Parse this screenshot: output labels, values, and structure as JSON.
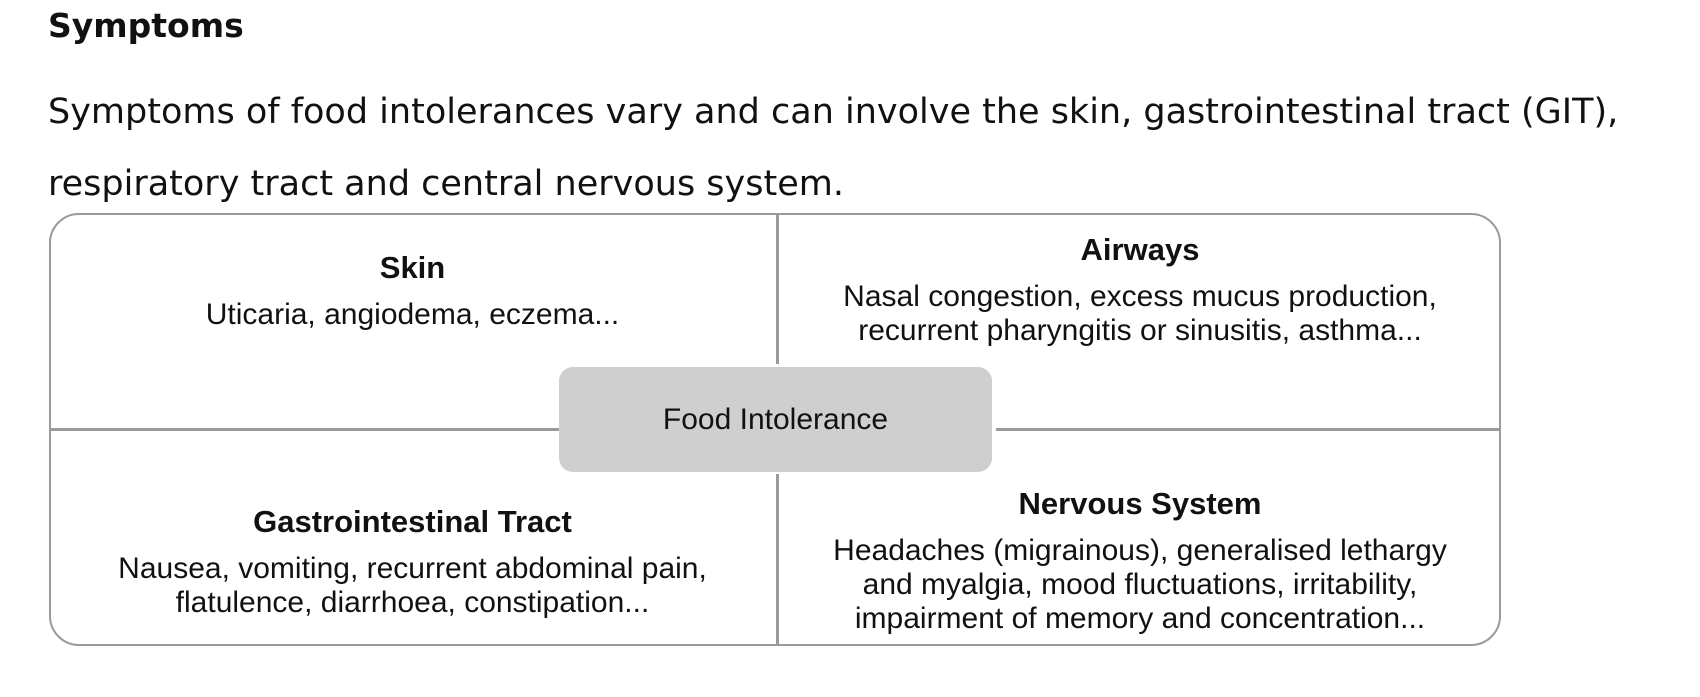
{
  "section": {
    "heading": "Symptoms",
    "intro": "Symptoms of food intolerances vary and can involve the skin, gastrointestinal tract (GIT), respiratory tract and central nervous system."
  },
  "diagram": {
    "center": "Food Intolerance",
    "quadrants": {
      "skin": {
        "title": "Skin",
        "lines": [
          "Uticaria, angiodema, eczema..."
        ]
      },
      "airways": {
        "title": "Airways",
        "lines": [
          "Nasal congestion, excess mucus production,",
          "recurrent pharyngitis or sinusitis, asthma..."
        ]
      },
      "git": {
        "title": "Gastrointestinal Tract",
        "lines": [
          "Nausea, vomiting, recurrent abdominal pain,",
          "flatulence, diarrhoea, constipation..."
        ]
      },
      "nervous": {
        "title": "Nervous System",
        "lines": [
          "Headaches (migrainous), generalised lethargy",
          "and myalgia, mood fluctuations, irritability,",
          "impairment of memory and concentration..."
        ]
      }
    },
    "colors": {
      "border": "#9a9a9a",
      "center_fill": "#cfcfcf",
      "text": "#111111"
    }
  }
}
